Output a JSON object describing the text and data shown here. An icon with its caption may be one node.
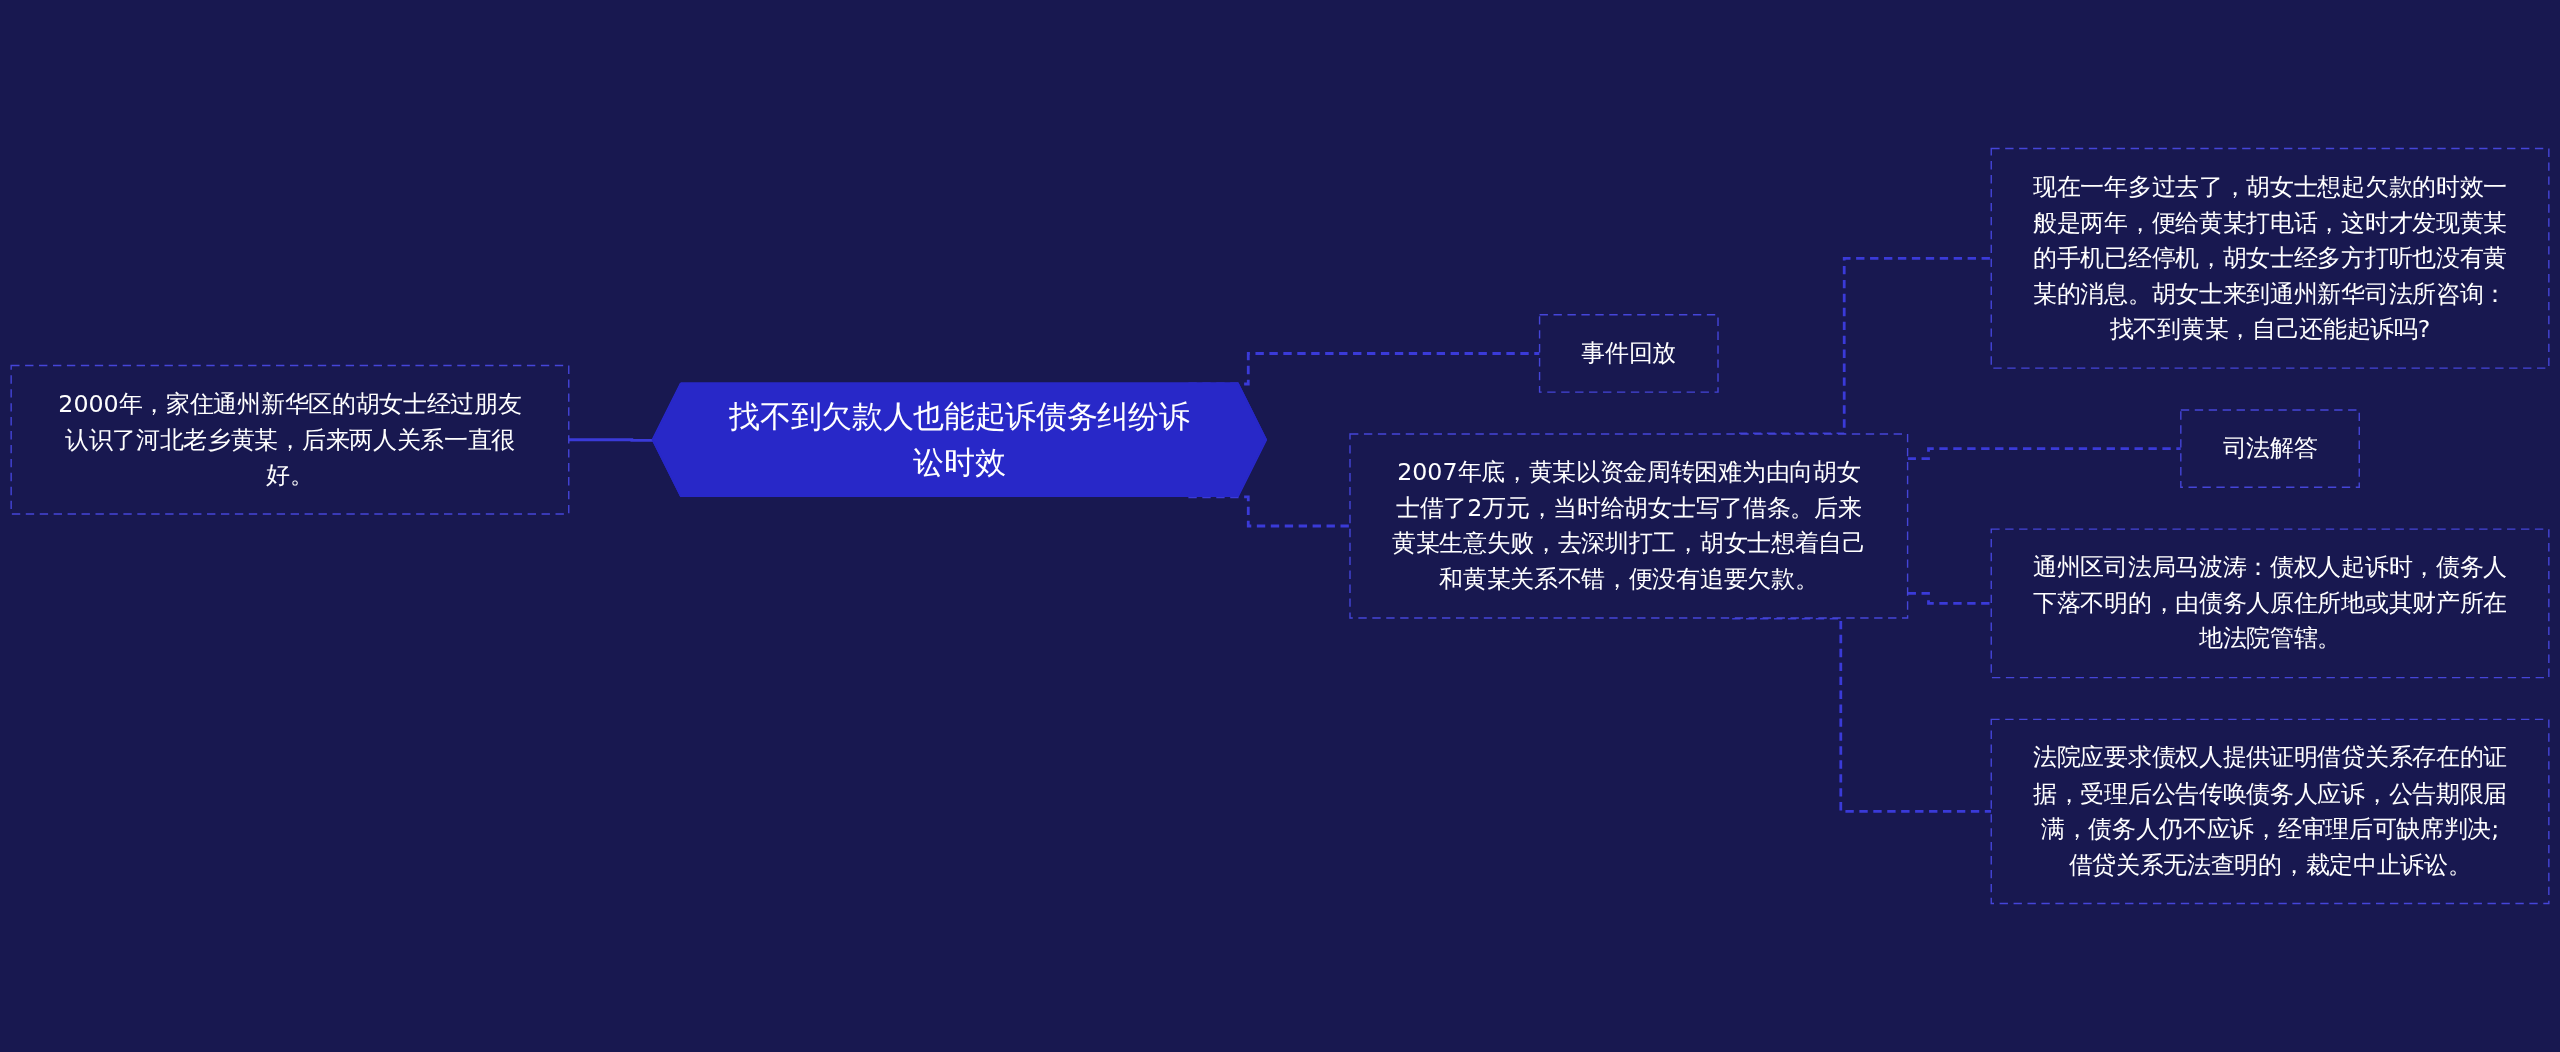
{
  "diagram": {
    "nodes": [
      {
        "text": [
          "找不到欠款人也能起诉债务纠纷诉讼时效"
        ]
      },
      {
        "text": [
          "2000年，家住通州新华区的胡女士经过朋友认识了河北老乡黄某，后来两人关系一直很好。"
        ]
      },
      {
        "text": [
          "事件回放"
        ]
      },
      {
        "text": [
          "2007年底，黄某以资金周转困难为由向胡女士借了2万元，当时给胡女士写了借条。后来黄某生意失败，去深圳打工，胡女士想着自己和黄某关系不错，便没有追要欠款。"
        ]
      },
      {
        "text": [
          "现在一年多过去了，胡女士想起欠款的时效一般是两年，便给黄某打电话，这时才发现黄某的手机已经停机，胡女士经多方打听也没有黄某的消息。胡女士来到通州新华司法所咨询：找不到黄某，自己还能起诉吗?"
        ]
      },
      {
        "text": [
          "司法解答"
        ]
      },
      {
        "text": [
          "通州区司法局马波涛：债权人起诉时，债务人下落不明的，由债务人原住所地或其财产所在地法院管辖。"
        ]
      },
      {
        "text": [
          "法院应要求债权人提供证明借贷关系存在的证据，受理后公告传唤债务人应诉，公告期限届满，债务人仍不应诉，经审理后可缺席判决;借贷关系无法查明的，裁定中止诉讼。"
        ]
      }
    ],
    "edges": [
      {
        "from": 1,
        "to": 0,
        "arrow": "none"
      },
      {
        "from": 0,
        "to": 2,
        "arrow": "none",
        "style": "dashed"
      },
      {
        "from": 0,
        "to": 3,
        "arrow": "none",
        "style": "dashed"
      },
      {
        "from": 3,
        "to": 4,
        "arrow": "none",
        "style": "dashed"
      },
      {
        "from": 3,
        "to": 5,
        "arrow": "none",
        "style": "dashed"
      },
      {
        "from": 3,
        "to": 6,
        "arrow": "none",
        "style": "dashed"
      },
      {
        "from": 3,
        "to": 7,
        "arrow": "none",
        "style": "dashed"
      }
    ]
  }
}
